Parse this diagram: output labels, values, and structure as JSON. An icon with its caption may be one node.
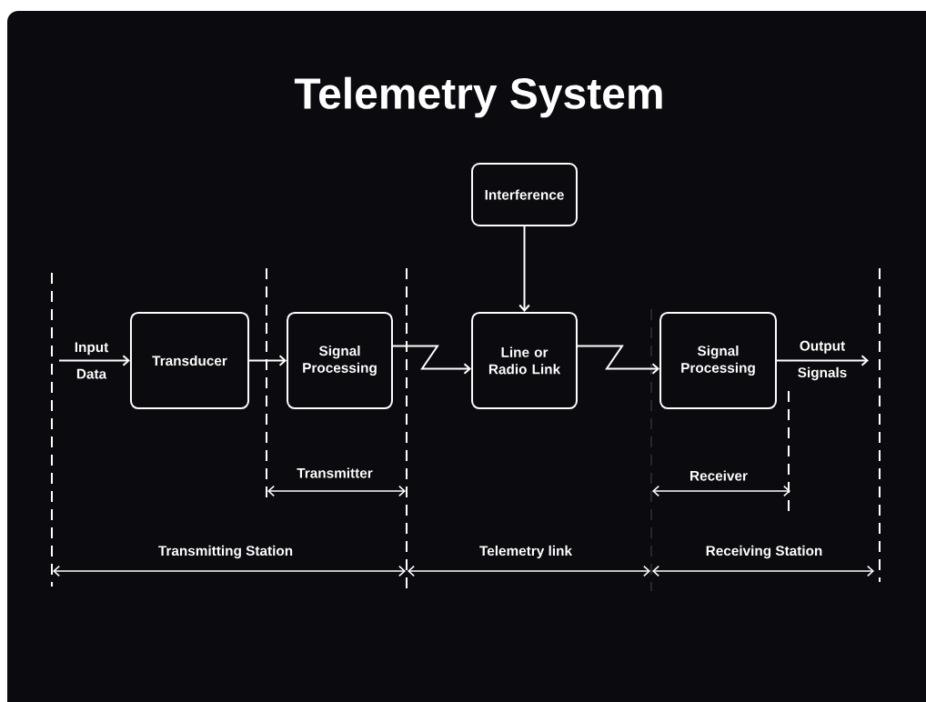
{
  "diagram": {
    "title": "Telemetry System",
    "nodes": [
      {
        "text": [
          "Interference"
        ]
      },
      {
        "text": [
          "Transducer"
        ]
      },
      {
        "text": [
          "Signal Processing"
        ]
      },
      {
        "text": [
          "Line or Radio Link"
        ]
      },
      {
        "text": [
          "Signal Processing"
        ]
      }
    ],
    "edges": [
      {
        "from": null,
        "to": 1,
        "arrow": "to",
        "label": "Input Data"
      },
      {
        "from": 1,
        "to": 2,
        "arrow": "to"
      },
      {
        "from": 2,
        "to": 3,
        "arrow": "to"
      },
      {
        "from": 0,
        "to": 3,
        "arrow": "to"
      },
      {
        "from": 3,
        "to": 4,
        "arrow": "to"
      },
      {
        "from": 4,
        "to": null,
        "arrow": "to",
        "label": "Output Signals"
      }
    ],
    "labels": [
      "Transmitter",
      "Receiver",
      "Transmitting Station",
      "Telemetry link",
      "Receiving Station"
    ]
  }
}
